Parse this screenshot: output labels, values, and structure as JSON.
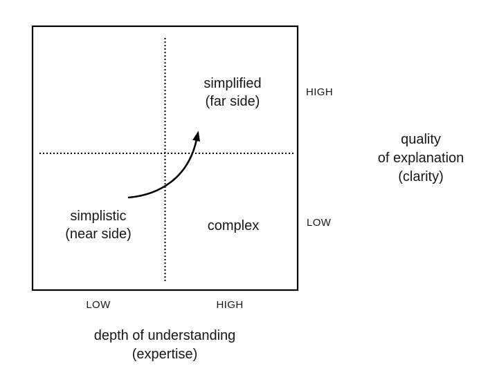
{
  "diagram": {
    "title_hint": "simplicity vs understanding quadrant diagram",
    "quadrants": {
      "top_right": {
        "line1": "simplified",
        "line2": "(far side)"
      },
      "bottom_left": {
        "line1": "simplistic",
        "line2": "(near side)"
      },
      "bottom_right": {
        "line1": "complex"
      }
    },
    "x_axis": {
      "low_label": "LOW",
      "high_label": "HIGH",
      "title_line1": "depth of understanding",
      "title_line2": "(expertise)"
    },
    "y_axis": {
      "high_label": "HIGH",
      "low_label": "LOW",
      "title_line1": "quality",
      "title_line2": "of explanation",
      "title_line3": "(clarity)"
    },
    "colors": {
      "line": "#000000",
      "text": "#161616",
      "background": "#ffffff"
    }
  }
}
